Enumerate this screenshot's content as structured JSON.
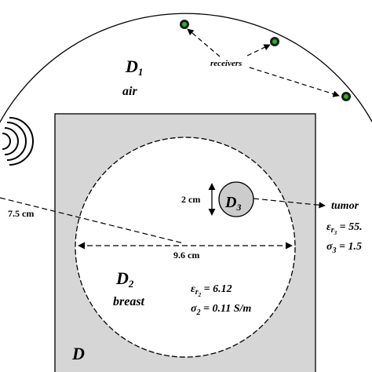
{
  "regions": {
    "d1": {
      "label": "D",
      "sub": "1",
      "medium": "air"
    },
    "d2": {
      "label": "D",
      "sub": "2",
      "medium": "breast"
    },
    "d3": {
      "label": "D",
      "sub": "3"
    },
    "d": {
      "label": "D"
    }
  },
  "receivers": {
    "label": "receivers",
    "count": 3,
    "color": "#2bb02b"
  },
  "measurements": {
    "distance": "7.5 cm",
    "diameter": "9.6 cm",
    "tumor_size": "2 cm"
  },
  "breast_props": {
    "eps_symbol": "ε",
    "eps_r": "r",
    "eps_sub": "2",
    "eps_value": " = 6.12",
    "sigma_symbol": "σ",
    "sigma_sub": "2",
    "sigma_value": " = 0.11 S/m"
  },
  "tumor_props": {
    "label": "tumor",
    "eps_symbol": "ε",
    "eps_r": "r",
    "eps_sub": "3",
    "eps_value": " = 55.",
    "sigma_symbol": "σ",
    "sigma_sub": "3",
    "sigma_value": " = 1.5"
  },
  "colors": {
    "square_fill": "#d6d6d6",
    "tumor_fill": "#cccccc",
    "receiver": "#2bb02b",
    "line": "#000000"
  }
}
